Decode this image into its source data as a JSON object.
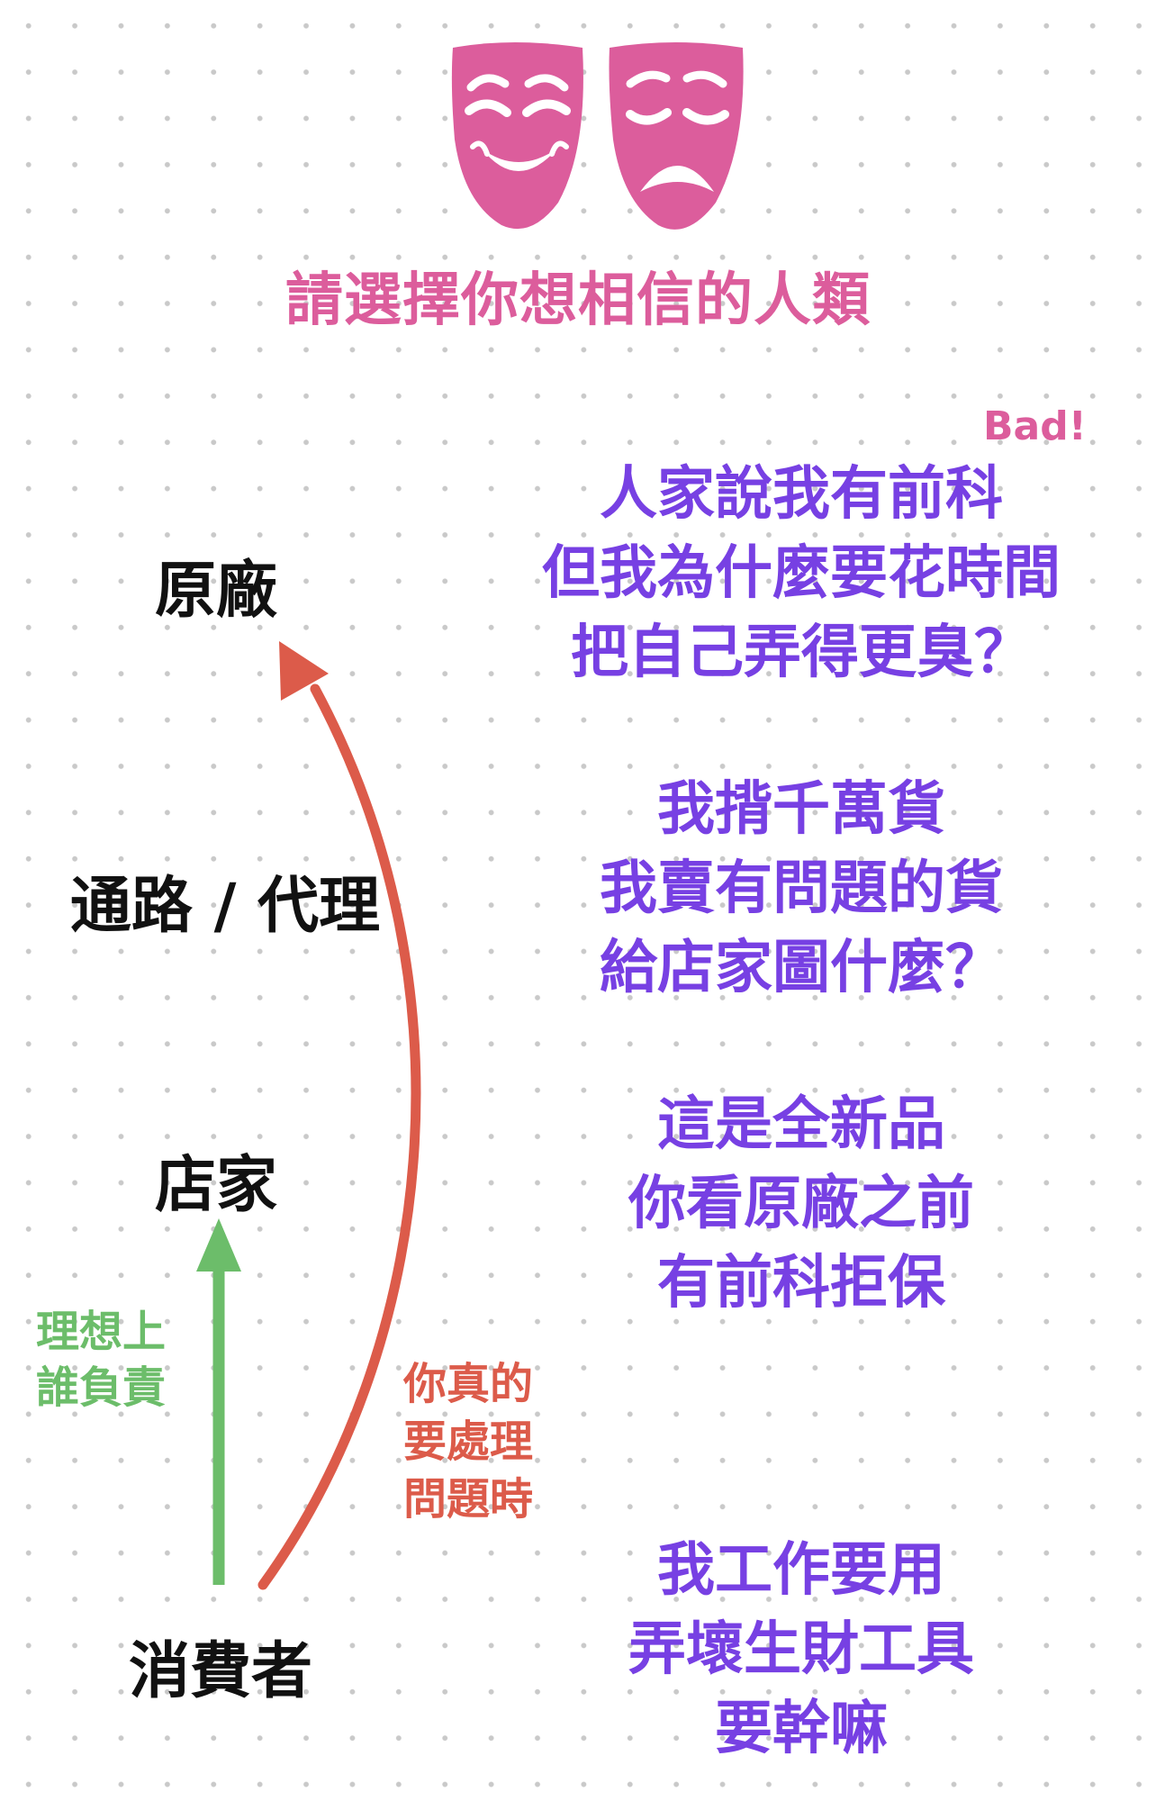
{
  "header": {
    "icon": "theater-masks-icon",
    "icon_color": "#dc5d9c",
    "title": "請選擇你想相信的人類"
  },
  "levels": {
    "manufacturer": "原廠",
    "distributor": "通路 / 代理",
    "store": "店家",
    "consumer": "消費者"
  },
  "arrows": {
    "ideal": {
      "label_lines": [
        "理想上",
        "誰負責"
      ],
      "color": "#6cbd6a"
    },
    "actual": {
      "label_lines": [
        "你真的",
        "要處理",
        "問題時"
      ],
      "color": "#dc5b4a"
    }
  },
  "quotes": {
    "bad_label": "Bad!",
    "manufacturer": [
      "人家說我有前科",
      "但我為什麼要花時間",
      "把自己弄得更臭？"
    ],
    "distributor": [
      "我揹千萬貨",
      "我賣有問題的貨",
      "給店家圖什麼？"
    ],
    "store": [
      "這是全新品",
      "你看原廠之前",
      "有前科拒保"
    ],
    "consumer": [
      "我工作要用",
      "弄壞生財工具",
      "要幹嘛"
    ],
    "color": "#7740e3"
  }
}
